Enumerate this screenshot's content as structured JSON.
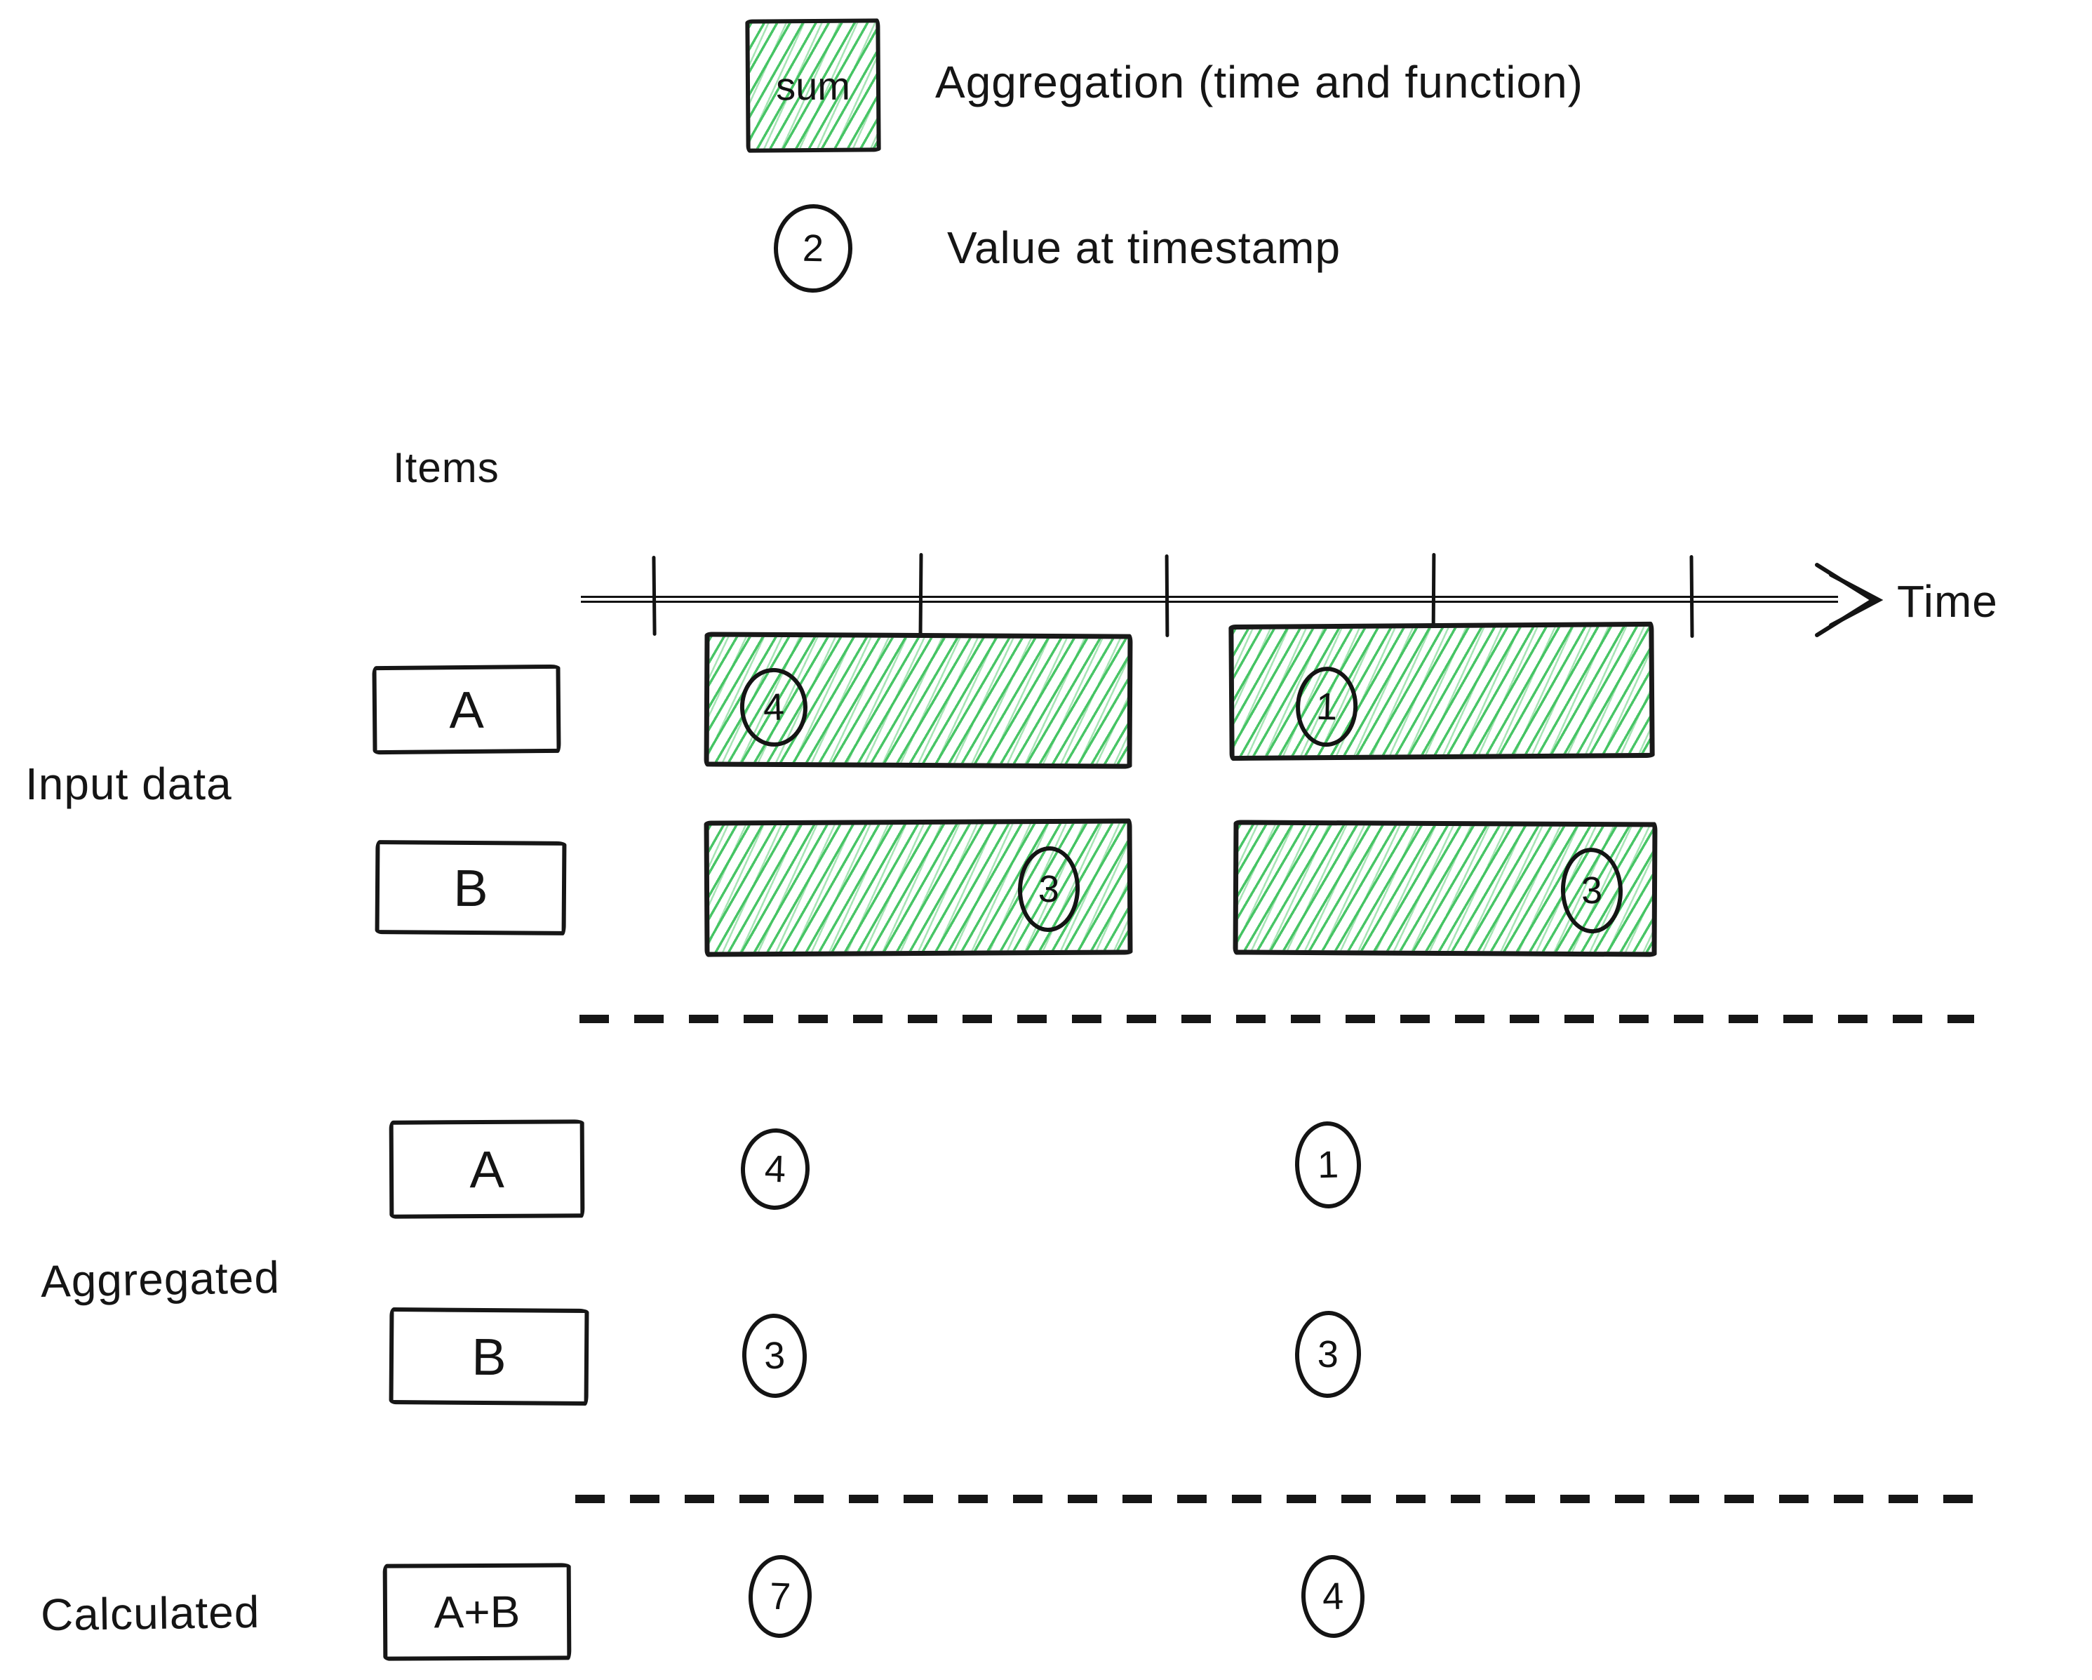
{
  "colors": {
    "hatch_green": "#3ec25e",
    "stroke": "#1b1b1b",
    "background": "#ffffff"
  },
  "legend": {
    "aggregation": {
      "swatch_label": "sum",
      "description": "Aggregation (time and function)"
    },
    "value": {
      "symbol": "2",
      "description": "Value at timestamp"
    }
  },
  "items_label": "Items",
  "time_axis": {
    "label": "Time",
    "tick_count": 5
  },
  "sections": {
    "input": {
      "label": "Input data",
      "rows": [
        {
          "item": "A",
          "windows": [
            {
              "value": "4"
            },
            {
              "value": "1"
            }
          ]
        },
        {
          "item": "B",
          "windows": [
            {
              "value": "3"
            },
            {
              "value": "3"
            }
          ]
        }
      ]
    },
    "aggregated": {
      "label": "Aggregated",
      "rows": [
        {
          "item": "A",
          "values": [
            "4",
            "1"
          ]
        },
        {
          "item": "B",
          "values": [
            "3",
            "3"
          ]
        }
      ]
    },
    "calculated": {
      "label": "Calculated",
      "rows": [
        {
          "item": "A+B",
          "values": [
            "7",
            "4"
          ]
        }
      ]
    }
  }
}
